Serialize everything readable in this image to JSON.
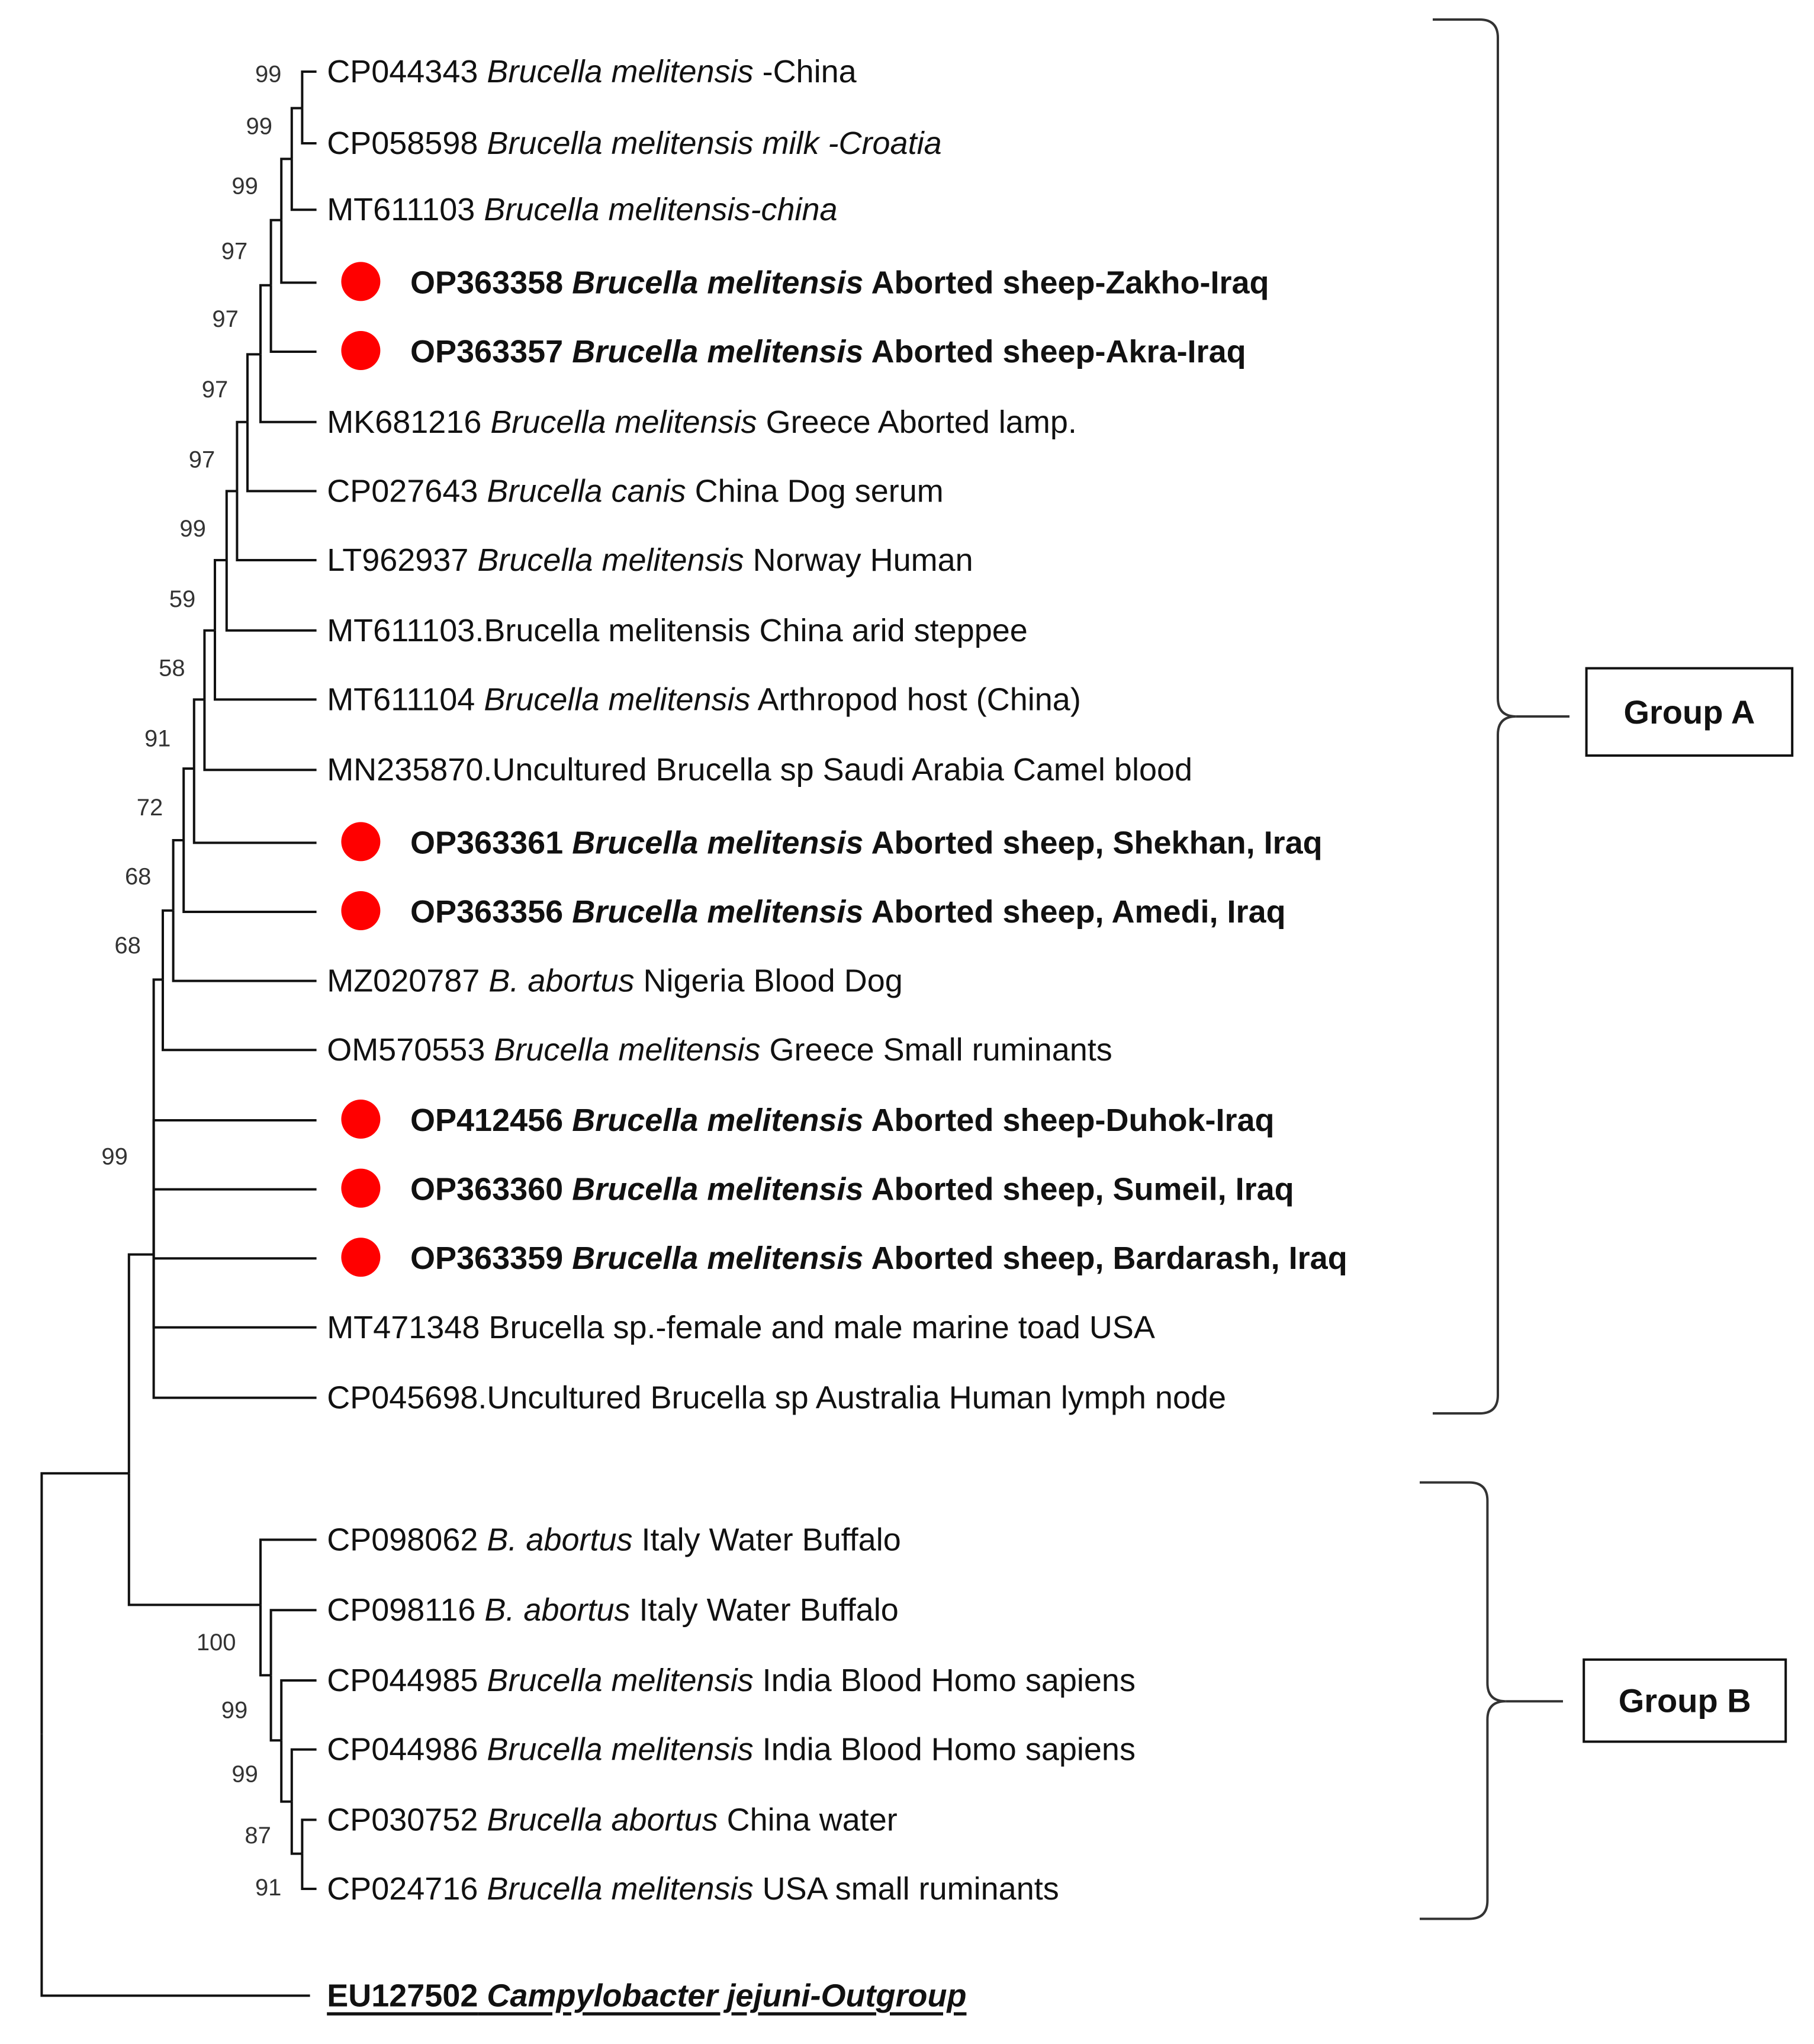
{
  "taxa": [
    {
      "acc": "CP044343",
      "ital": "Brucella melitensis",
      "rest": " -China",
      "highlight": false
    },
    {
      "acc": "CP058598",
      "ital": "Brucella melitensis milk -Croatia",
      "rest": "",
      "highlight": false
    },
    {
      "acc": "MT611103",
      "ital": "Brucella melitensis-china",
      "rest": "",
      "highlight": false
    },
    {
      "acc": "OP363358",
      "ital": "Brucella melitensis",
      "rest": " Aborted sheep-Zakho-Iraq",
      "highlight": true
    },
    {
      "acc": "OP363357",
      "ital": "Brucella melitensis",
      "rest": " Aborted sheep-Akra-Iraq",
      "highlight": true
    },
    {
      "acc": "MK681216",
      "ital": "Brucella melitensis",
      "rest": " Greece Aborted lamp.",
      "highlight": false
    },
    {
      "acc": "CP027643",
      "ital": "Brucella canis",
      "rest": " China Dog serum",
      "highlight": false
    },
    {
      "acc": "LT962937",
      "ital": "Brucella melitensis",
      "rest": " Norway Human",
      "highlight": false
    },
    {
      "acc": "MT611103.Brucella melitensis China arid steppee",
      "ital": "",
      "rest": "",
      "highlight": false
    },
    {
      "acc": "MT611104",
      "ital": "Brucella melitensis",
      "rest": " Arthropod host (China)",
      "highlight": false
    },
    {
      "acc": "MN235870.Uncultured Brucella sp Saudi Arabia Camel blood",
      "ital": "",
      "rest": "",
      "highlight": false
    },
    {
      "acc": "OP363361",
      "ital": "Brucella melitensis",
      "rest": " Aborted sheep, Shekhan, Iraq",
      "highlight": true
    },
    {
      "acc": "OP363356",
      "ital": "Brucella melitensis",
      "rest": " Aborted sheep, Amedi, Iraq",
      "highlight": true
    },
    {
      "acc": "MZ020787",
      "ital": "B. abortus",
      "rest": " Nigeria Blood Dog",
      "highlight": false
    },
    {
      "acc": "OM570553",
      "ital": "Brucella melitensis",
      "rest": " Greece Small ruminants",
      "highlight": false
    },
    {
      "acc": "OP412456",
      "ital": "Brucella melitensis",
      "rest": " Aborted sheep-Duhok-Iraq",
      "highlight": true
    },
    {
      "acc": "OP363360",
      "ital": "Brucella melitensis",
      "rest": " Aborted sheep, Sumeil, Iraq",
      "highlight": true
    },
    {
      "acc": "OP363359",
      "ital": "Brucella melitensis",
      "rest": " Aborted sheep, Bardarash, Iraq",
      "highlight": true
    },
    {
      "acc": "MT471348 Brucella sp.-female and male marine toad USA",
      "ital": "",
      "rest": "",
      "highlight": false
    },
    {
      "acc": "CP045698.Uncultured Brucella sp Australia Human lymph node",
      "ital": "",
      "rest": "",
      "highlight": false
    },
    {
      "acc": "CP098062",
      "ital": "B. abortus",
      "rest": " Italy Water Buffalo",
      "highlight": false
    },
    {
      "acc": "CP098116",
      "ital": "B. abortus",
      "rest": " Italy Water Buffalo",
      "highlight": false
    },
    {
      "acc": "CP044985",
      "ital": "Brucella melitensis",
      "rest": " India Blood Homo sapiens",
      "highlight": false
    },
    {
      "acc": "CP044986",
      "ital": "Brucella melitensis",
      "rest": " India Blood Homo sapiens",
      "highlight": false
    },
    {
      "acc": "CP030752",
      "ital": "Brucella abortus",
      "rest": " China water",
      "highlight": false
    },
    {
      "acc": "CP024716",
      "ital": "Brucella melitensis",
      "rest": " USA small ruminants",
      "highlight": false
    }
  ],
  "outgroup": {
    "acc": "EU127502",
    "ital": "Campylobacter jejuni-Outgroup"
  },
  "bootstrap": [
    "99",
    "99",
    "99",
    "97",
    "97",
    "97",
    "97",
    "99",
    "59",
    "58",
    "91",
    "72",
    "68",
    "68",
    "99",
    "100",
    "99",
    "99",
    "87",
    "91"
  ],
  "groups": [
    {
      "label": "Group A",
      "first": 0,
      "last": 19
    },
    {
      "label": "Group B",
      "first": 20,
      "last": 25
    }
  ],
  "colors": {
    "highlight_marker": "#ff0000",
    "line": "#111111"
  }
}
